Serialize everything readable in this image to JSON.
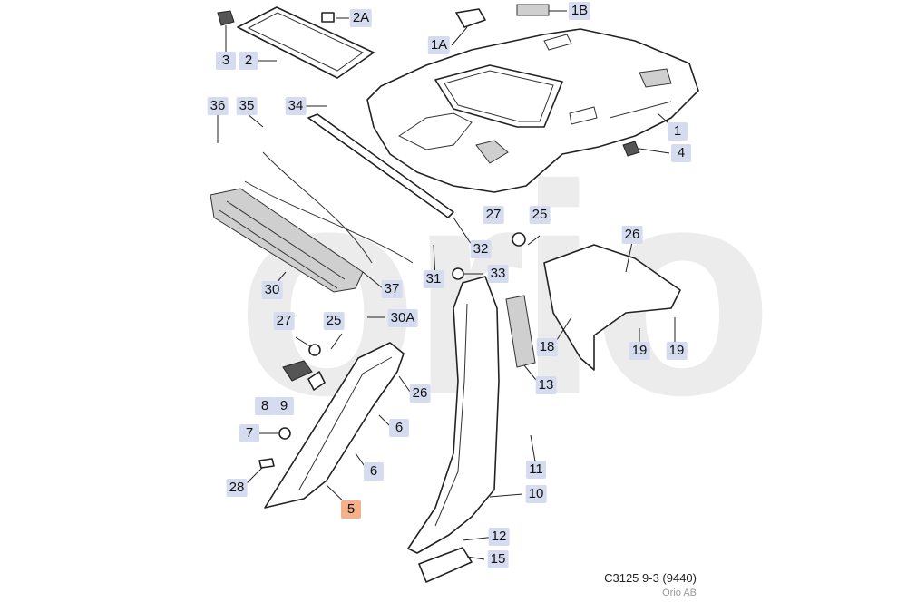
{
  "diagram": {
    "watermark": "orio",
    "caption": "C3125 9-3 (9440)",
    "brand": "Orio AB",
    "highlighted_part": "5",
    "highlight_color": "#f5b18a",
    "label_color": "#d6dcf0",
    "callouts": [
      "1",
      "1A",
      "1B",
      "2",
      "2A",
      "3",
      "4",
      "5",
      "6",
      "6",
      "7",
      "8",
      "9",
      "10",
      "11",
      "12",
      "13",
      "15",
      "18",
      "19",
      "19",
      "25",
      "25",
      "26",
      "26",
      "27",
      "27",
      "28",
      "30",
      "30A",
      "31",
      "32",
      "33",
      "34",
      "35",
      "36",
      "37"
    ]
  }
}
